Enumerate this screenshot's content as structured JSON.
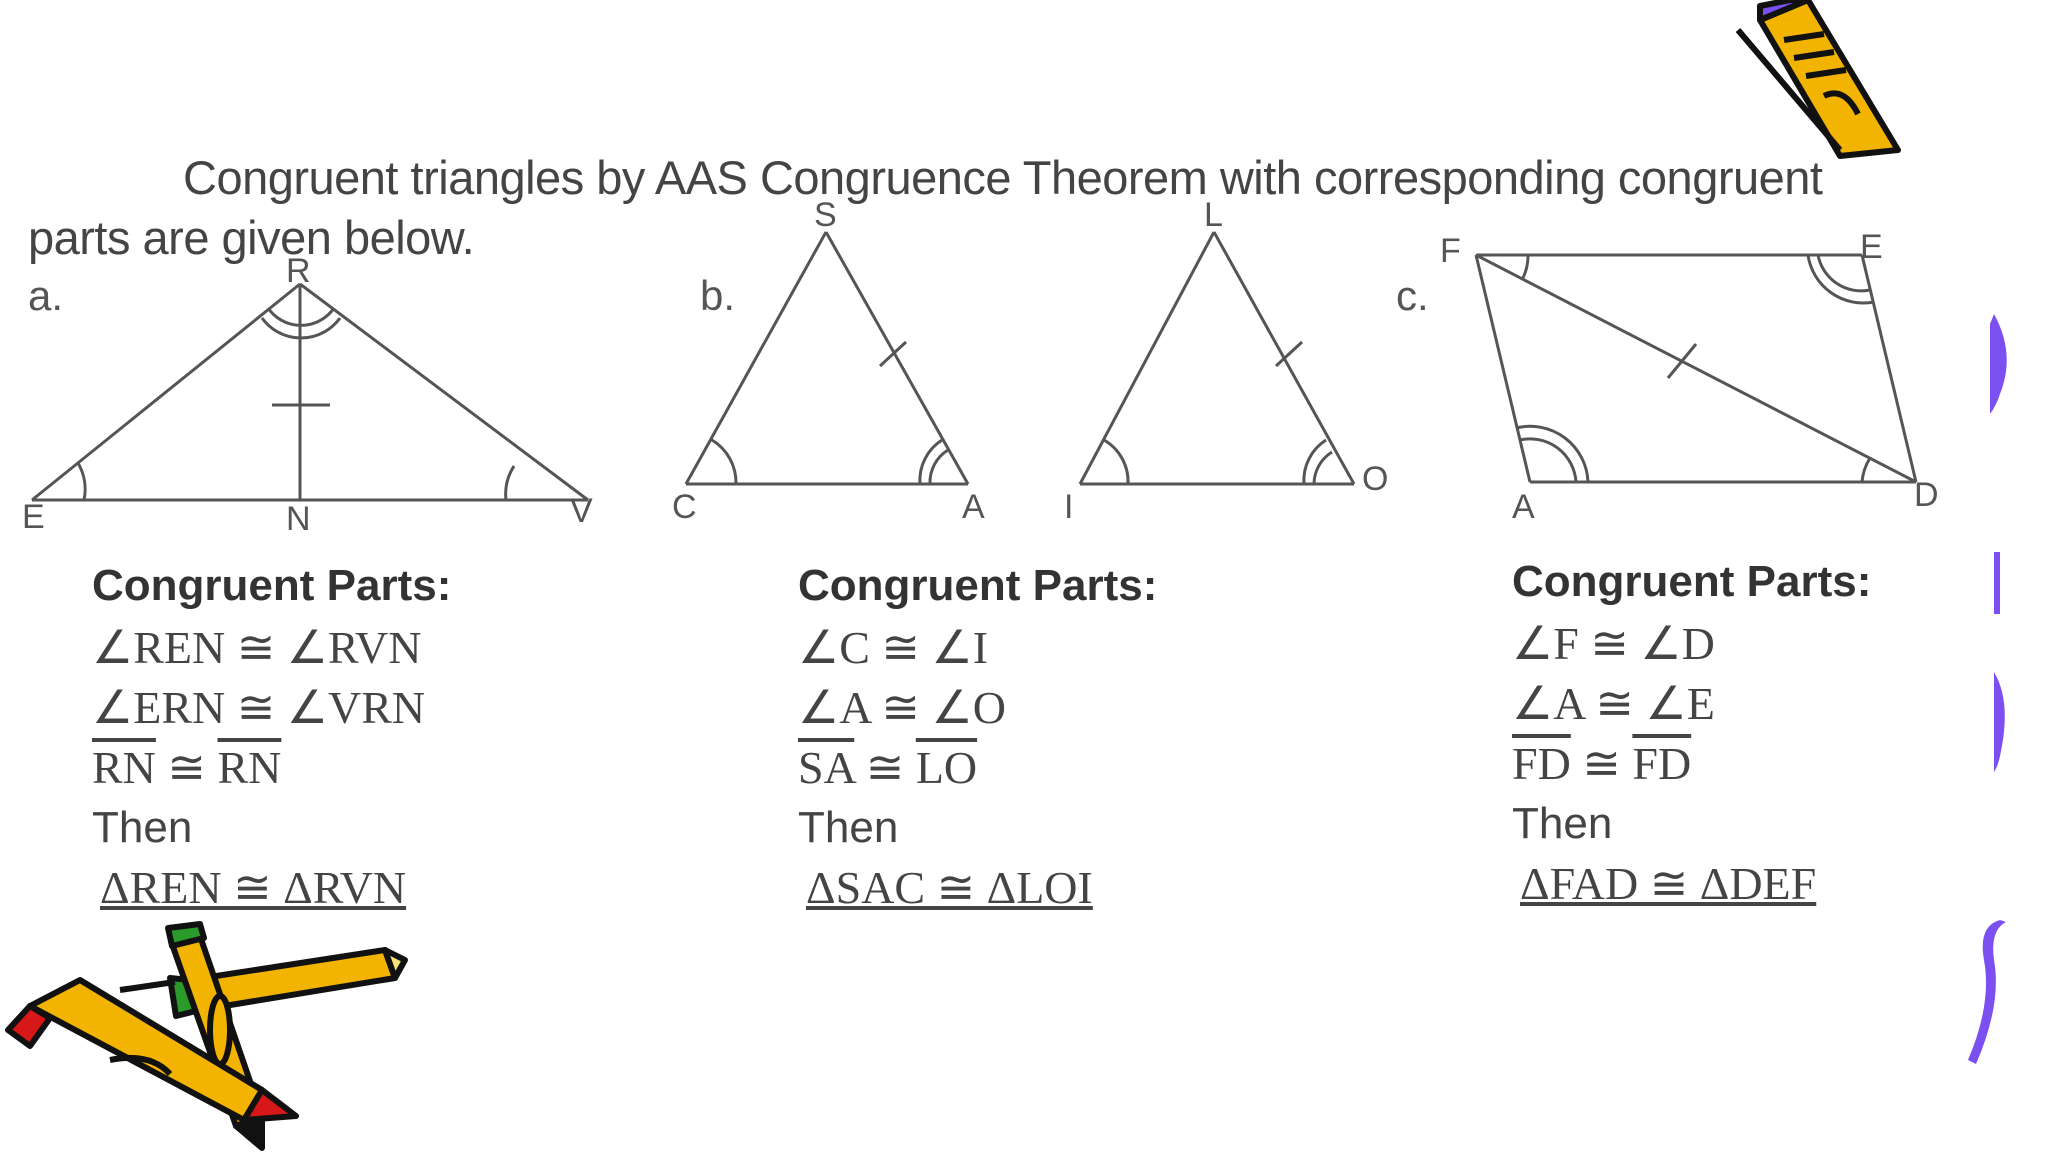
{
  "intro": {
    "line1": "Congruent triangles by AAS Congruence Theorem with corresponding congruent",
    "line2": "parts are given below."
  },
  "figures": {
    "a": {
      "label": "a.",
      "vertices": {
        "top": "R",
        "left": "E",
        "bottom": "N",
        "right": "V"
      }
    },
    "b": {
      "label": "b.",
      "vertices": {
        "t1_top": "S",
        "t1_left": "C",
        "t1_right": "A",
        "t2_top": "L",
        "t2_left": "I",
        "t2_right": "O"
      }
    },
    "c": {
      "label": "c.",
      "vertices": {
        "top_left": "F",
        "top_right": "E",
        "bottom_left": "A",
        "bottom_right": "D"
      }
    }
  },
  "parts": {
    "a": {
      "heading": "Congruent Parts:",
      "line1": "∠REN ≅ ∠RVN",
      "line2": "∠ERN ≅ ∠VRN",
      "line3_left": "RN",
      "line3_op": " ≅ ",
      "line3_right": "RN",
      "then": "Then",
      "conclusion": "ΔREN ≅ ΔRVN"
    },
    "b": {
      "heading": "Congruent Parts:",
      "line1": "∠C ≅ ∠I",
      "line2": "∠A ≅ ∠O",
      "line3_left": "SA",
      "line3_op": " ≅ ",
      "line3_right": "LO",
      "then": "Then",
      "conclusion": "ΔSAC ≅ ΔLOI"
    },
    "c": {
      "heading": "Congruent Parts:",
      "line1": "∠F ≅ ∠D",
      "line2": "∠A ≅ ∠E",
      "line3_left": "FD",
      "line3_op": " ≅ ",
      "line3_right": "FD",
      "then": "Then",
      "conclusion": "ΔFAD ≅ ΔDEF"
    }
  },
  "decor": {
    "pencil_colors": {
      "body": "#f2b400",
      "tip_red": "#d81818",
      "tip_green": "#2a9a2a",
      "outline": "#111111"
    },
    "accent_purple": "#7b4ff0"
  }
}
